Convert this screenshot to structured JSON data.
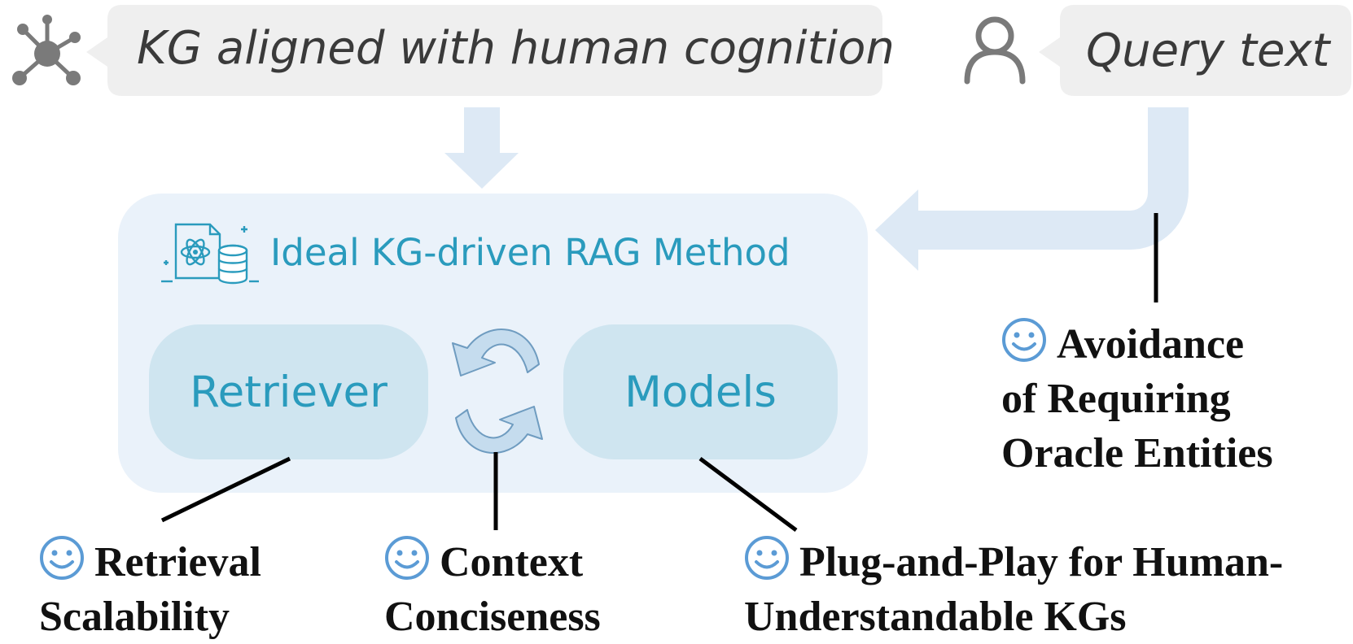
{
  "kg_bubble": {
    "text": "KG aligned with human cognition",
    "icon": "knowledge-graph-icon"
  },
  "query_bubble": {
    "text": "Query text",
    "icon": "user-icon"
  },
  "method": {
    "title": "Ideal KG-driven RAG Method",
    "icon": "atom-database-icon",
    "retriever_label": "Retriever",
    "models_label": "Models",
    "cycle_icon": "cycle-arrows-icon"
  },
  "properties": {
    "retrieval": [
      "Retrieval",
      "Scalability"
    ],
    "context": [
      "Context",
      "Conciseness"
    ],
    "plug_and_play": [
      "Plug-and-Play for Human-",
      "Understandable KGs"
    ],
    "avoidance": [
      "Avoidance",
      "of Requiring",
      "Oracle Entities"
    ],
    "icon": "smiley-icon"
  },
  "colors": {
    "bubble_bg": "#efefef",
    "arrow": "#dde9f5",
    "panel_bg": "#eaf2fa",
    "pill_bg": "#cfe5f0",
    "accent_text": "#2a9bbd",
    "smiley": "#5b9bd5"
  }
}
